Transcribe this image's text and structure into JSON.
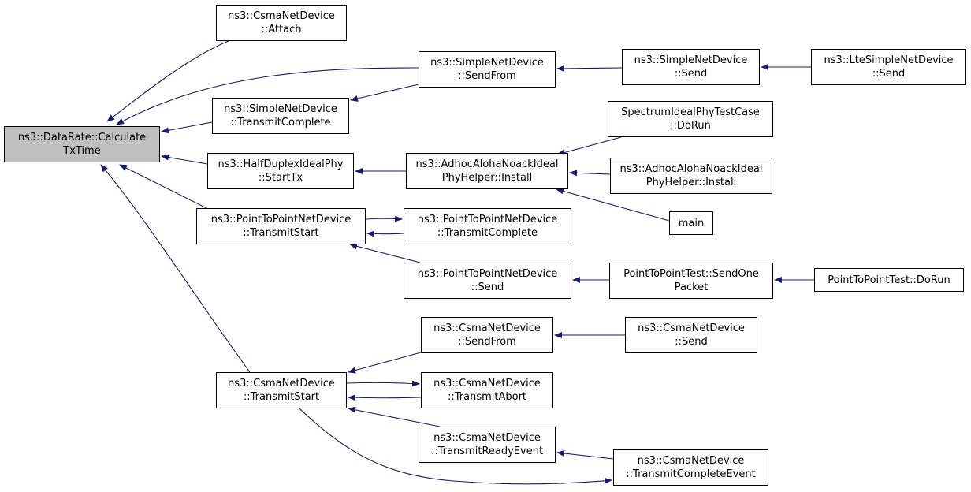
{
  "colors": {
    "edge": "#191970",
    "root_fill": "#bfbfbf",
    "node_fill": "#ffffff",
    "node_border": "#000000"
  },
  "nodes": {
    "root": [
      "ns3::DataRate::Calculate",
      "TxTime"
    ],
    "csma_attach": [
      "ns3::CsmaNetDevice",
      "::Attach"
    ],
    "simple_sendfrom": [
      "ns3::SimpleNetDevice",
      "::SendFrom"
    ],
    "simple_send": [
      "ns3::SimpleNetDevice",
      "::Send"
    ],
    "lte_send": [
      "ns3::LteSimpleNetDevice",
      "::Send"
    ],
    "simple_transmitcomplete": [
      "ns3::SimpleNetDevice",
      "::TransmitComplete"
    ],
    "spectrum_dorun": [
      "SpectrumIdealPhyTestCase",
      "::DoRun"
    ],
    "halfduplex_starttx": [
      "ns3::HalfDuplexIdealPhy",
      "::StartTx"
    ],
    "adhoc_install_1": [
      "ns3::AdhocAlohaNoackIdeal",
      "PhyHelper::Install"
    ],
    "adhoc_install_2": [
      "ns3::AdhocAlohaNoackIdeal",
      "PhyHelper::Install"
    ],
    "main": [
      "main"
    ],
    "p2p_transmitstart": [
      "ns3::PointToPointNetDevice",
      "::TransmitStart"
    ],
    "p2p_transmitcomplete": [
      "ns3::PointToPointNetDevice",
      "::TransmitComplete"
    ],
    "p2p_send": [
      "ns3::PointToPointNetDevice",
      "::Send"
    ],
    "p2ptest_sendonepacket": [
      "PointToPointTest::SendOne",
      "Packet"
    ],
    "p2ptest_dorun": [
      "PointToPointTest::DoRun"
    ],
    "csma_sendfrom": [
      "ns3::CsmaNetDevice",
      "::SendFrom"
    ],
    "csma_send": [
      "ns3::CsmaNetDevice",
      "::Send"
    ],
    "csma_transmitstart": [
      "ns3::CsmaNetDevice",
      "::TransmitStart"
    ],
    "csma_transmitabort": [
      "ns3::CsmaNetDevice",
      "::TransmitAbort"
    ],
    "csma_transmitreadyevent": [
      "ns3::CsmaNetDevice",
      "::TransmitReadyEvent"
    ],
    "csma_transmitcompleteevent": [
      "ns3::CsmaNetDevice",
      "::TransmitCompleteEvent"
    ]
  }
}
